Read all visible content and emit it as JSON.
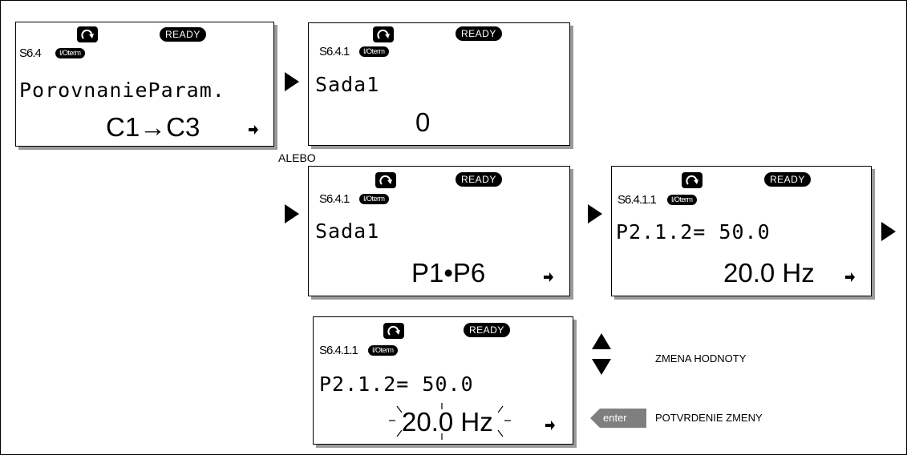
{
  "panels": {
    "p1": {
      "code": "S6.4",
      "io": "I/Oterm",
      "status": "READY",
      "line1": "PorovnanieParam.",
      "line2": "C1→C3"
    },
    "p2": {
      "code": "S6.4.1",
      "io": "I/Oterm",
      "status": "READY",
      "line1": "Sada1",
      "line2": "0"
    },
    "p3": {
      "code": "S6.4.1",
      "io": "I/Oterm",
      "status": "READY",
      "line1": "Sada1",
      "line2": "P1•P6"
    },
    "p4": {
      "code": "S6.4.1.1",
      "io": "I/Oterm",
      "status": "READY",
      "line1": "P2.1.2= 50.0",
      "line2": "20.0 Hz"
    },
    "p5": {
      "code": "S6.4.1.1",
      "io": "I/Oterm",
      "status": "READY",
      "line1": "P2.1.2= 50.0",
      "line2": "20.0 Hz"
    }
  },
  "labels": {
    "alebo": "ALEBO",
    "change_value": "ZMENA HODNOTY",
    "enter_key": "enter",
    "confirm_change": "POTVRDENIE ZMENY"
  },
  "icons": {
    "rotation": "rotation-arrow-icon",
    "cursor": "cursor-right-icon"
  }
}
